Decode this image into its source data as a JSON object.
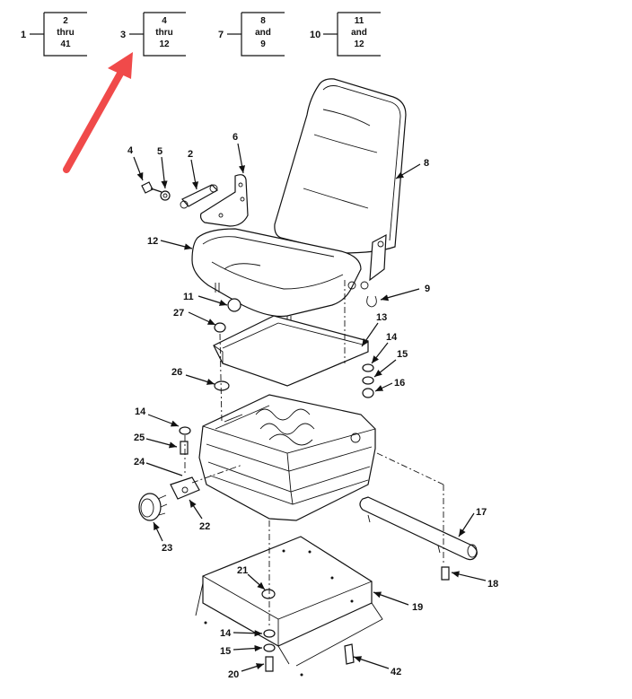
{
  "header_boxes": [
    {
      "ref": "1",
      "lines": [
        "2",
        "thru",
        "41"
      ]
    },
    {
      "ref": "3",
      "lines": [
        "4",
        "thru",
        "12"
      ]
    },
    {
      "ref": "7",
      "lines": [
        "8",
        "and",
        "9"
      ]
    },
    {
      "ref": "10",
      "lines": [
        "11",
        "and",
        "12"
      ]
    }
  ],
  "callouts": {
    "c2": "2",
    "c4": "4",
    "c5": "5",
    "c6": "6",
    "c8": "8",
    "c9": "9",
    "c11": "11",
    "c12": "12",
    "c13": "13",
    "c14a": "14",
    "c14b": "14",
    "c14c": "14",
    "c15a": "15",
    "c15b": "15",
    "c16": "16",
    "c17": "17",
    "c18": "18",
    "c19": "19",
    "c20": "20",
    "c21": "21",
    "c22": "22",
    "c23": "23",
    "c24": "24",
    "c25": "25",
    "c26": "26",
    "c27": "27",
    "c42": "42"
  },
  "colors": {
    "arrow": "#f04a4a",
    "ink": "#111111"
  }
}
